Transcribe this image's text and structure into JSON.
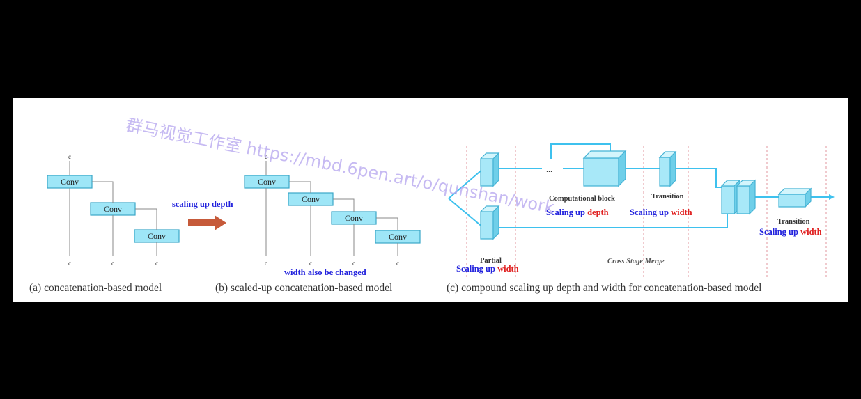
{
  "panel_a": {
    "conv": [
      "Conv",
      "Conv",
      "Conv"
    ],
    "c": "c",
    "caption": "(a) concatenation-based model"
  },
  "arrow_label": "scaling up depth",
  "panel_b": {
    "conv": [
      "Conv",
      "Conv",
      "Conv",
      "Conv"
    ],
    "note": "width also be changed",
    "caption": "(b) scaled-up concatenation-based model"
  },
  "panel_c": {
    "partial": "Partial",
    "scaling_up": "Scaling up",
    "width": "width",
    "depth": "depth",
    "computational_block": "Computational block",
    "transition": "Transition",
    "transition2": "Transition",
    "ellipsis": "...",
    "cross_stage_merge": "Cross Stage Merge",
    "caption": "(c) compound scaling up depth and width for concatenation-based model"
  },
  "watermark": "群马视觉工作室 https://mbd.6pen.art/o/qunshan/work",
  "colors": {
    "box": "#9ee6f7",
    "arrow": "#c65a3a",
    "blue_text": "#2222dd",
    "red_text": "#e02020",
    "line": "#3ec1ee"
  }
}
